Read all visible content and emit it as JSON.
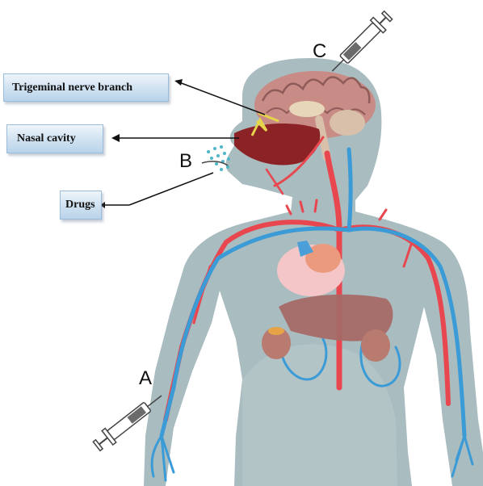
{
  "callouts": {
    "trigeminal": "Trigeminal nerve branch",
    "nasal": "Nasal cavity",
    "drugs": "Drugs"
  },
  "routes": {
    "a": "A",
    "b": "B",
    "c": "C"
  },
  "colors": {
    "body": "#a9bcc0",
    "artery": "#e8474f",
    "vein": "#3b9bd6",
    "brain": "#c98b86",
    "nasal": "#8b2326",
    "liver": "#a66a66"
  }
}
